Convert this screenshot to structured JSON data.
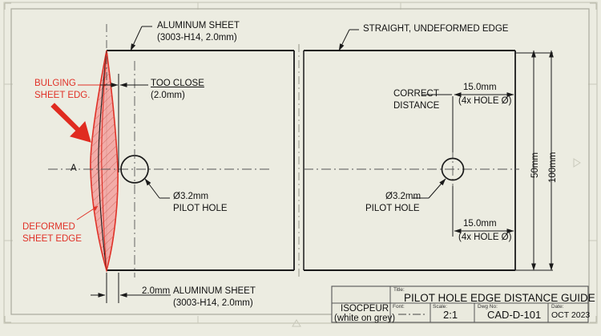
{
  "drawing": {
    "background_color": "#ecece1",
    "line_color": "#1a1a1a",
    "annotation_color": "#e03127",
    "bulge_fill_color": "#f2a9a4",
    "title": "PILOT HOLE EDGE DISTANCE GUIDE"
  },
  "annotations": {
    "aluminum_sheet_top_line1": "ALUMINUM SHEET",
    "aluminum_sheet_top_line2": "(3003-H14, 2.0mm)",
    "straight_edge": "STRAIGHT, UNDEFORMED EDGE",
    "bulging_line1": "BULGING",
    "bulging_line2": "SHEET EDG.",
    "deformed_line1": "DEFORMED",
    "deformed_line2": "SHEET EDGE",
    "too_close_label": "TOO CLOSE",
    "too_close_value": "(2.0mm)",
    "correct_distance_line1": "CORRECT",
    "correct_distance_line2": "DISTANCE",
    "dim_15_top": "15.0mm",
    "dim_15_top_note": "(4x HOLE Ø)",
    "dim_15_bottom": "15.0mm",
    "dim_15_bottom_note": "(4x HOLE Ø)",
    "pilot_hole_left_dia": "Ø3.2mm",
    "pilot_hole_left_name": "PILOT HOLE",
    "pilot_hole_right_dia": "Ø3.2mm",
    "pilot_hole_right_name": "PILOT HOLE",
    "section_label_a": "A",
    "dim_50mm": "50mm",
    "dim_100mm": "100mm",
    "dim_bottom_2mm": "2.0mm",
    "aluminum_sheet_bottom_line1": "ALUMINUM SHEET",
    "aluminum_sheet_bottom_line2": "(3003-H14, 2.0mm)"
  },
  "title_block": {
    "standard_line1": "ISOCPEUR",
    "standard_line2": "(white on grey)",
    "title_caption": "Title:",
    "title_value": "PILOT HOLE EDGE DISTANCE GUIDE",
    "font_caption": "Font:",
    "font_value": "",
    "scale_caption": "Scale:",
    "scale_value": "2:1",
    "dwg_no_caption": "Dwg No:",
    "dwg_no_value": "CAD-D-101",
    "date_caption": "Date:",
    "date_value": "OCT 2023"
  }
}
